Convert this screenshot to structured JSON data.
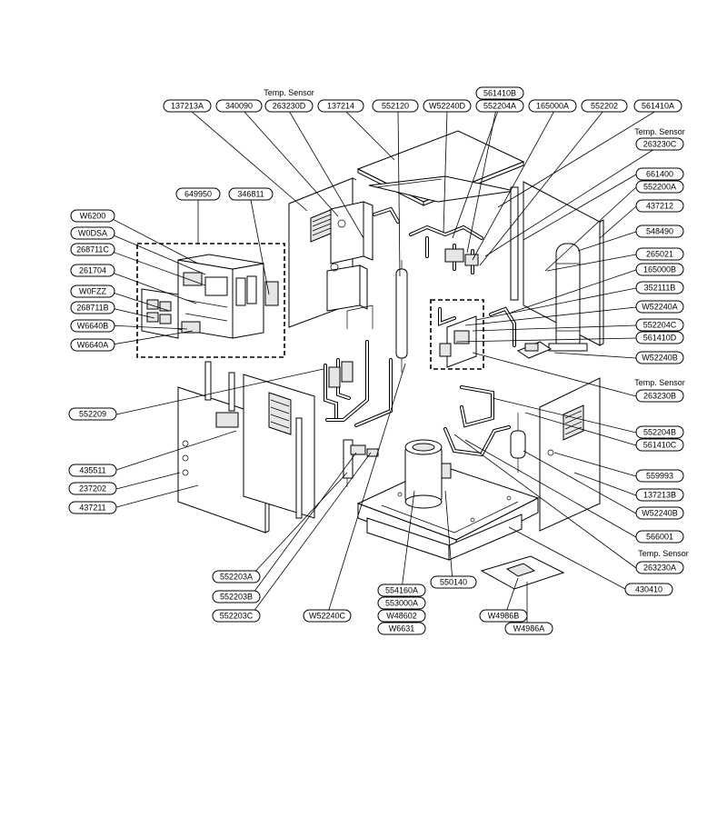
{
  "labels": {
    "l137213A": "137213A",
    "l340090": "340090",
    "l263230D": "263230D",
    "l137214": "137214",
    "l552120": "552120",
    "lW52240D": "W52240D",
    "l561410B": "561410B",
    "l552204A": "552204A",
    "l165000A": "165000A",
    "l552202": "552202",
    "l561410A": "561410A",
    "l263230C": "263230C",
    "l661400": "661400",
    "l552200A": "552200A",
    "l437212": "437212",
    "l548490": "548490",
    "l265021": "265021",
    "l165000B": "165000B",
    "l352111B": "352111B",
    "lW52240A": "W52240A",
    "l552204C": "552204C",
    "l561410D": "561410D",
    "lW52240B": "W52240B",
    "l263230B": "263230B",
    "l552204B": "552204B",
    "l561410C": "561410C",
    "l559993": "559993",
    "l137213B": "137213B",
    "lW52240Bb": "W52240B",
    "l566001": "566001",
    "l263230A": "263230A",
    "l430410": "430410",
    "l649950": "649950",
    "l346811": "346811",
    "lW6200": "W6200",
    "lW0DSA": "W0DSA",
    "l268711C": "268711C",
    "l261704": "261704",
    "lW0FZZ": "W0FZZ",
    "l268711B": "268711B",
    "lW6640B": "W6640B",
    "lW6640A": "W6640A",
    "l552209": "552209",
    "l435511": "435511",
    "l237202": "237202",
    "l437211": "437211",
    "l552203A": "552203A",
    "l552203B": "552203B",
    "l552203C": "552203C",
    "lW52240C": "W52240C",
    "l554160A": "554160A",
    "l553000A": "553000A",
    "lW48602": "W48602",
    "lW6631": "W6631",
    "l550140": "550140",
    "lW4986B": "W4986B",
    "lW4986A": "W4986A"
  },
  "notes": {
    "temp_sensor_top": "Temp. Sensor",
    "temp_sensor_right_c": "Temp. Sensor",
    "temp_sensor_right_b": "Temp. Sensor",
    "temp_sensor_right_a": "Temp. Sensor"
  }
}
